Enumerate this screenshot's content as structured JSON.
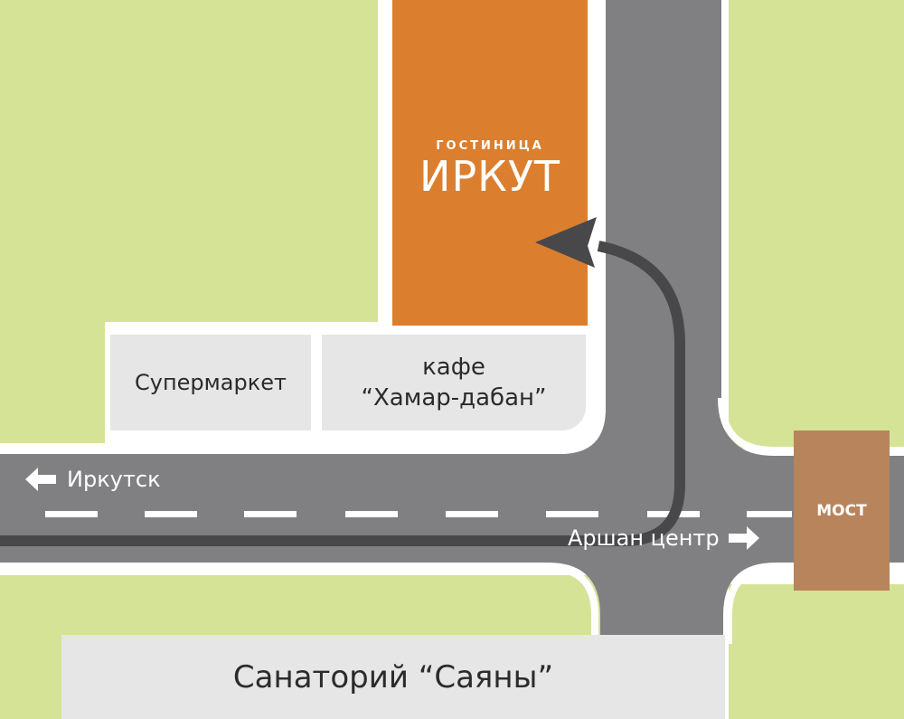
{
  "hotel": {
    "subtitle": "ГОСТИНИЦА",
    "name": "ИРКУТ"
  },
  "landmarks": {
    "supermarket": "Супермаркет",
    "cafe_line1": "кафе",
    "cafe_line2": "“Хамар-дабан”",
    "sanatorium": "Санаторий “Саяны”",
    "bridge": "МОСТ"
  },
  "roads": {
    "west_label": "Иркутск",
    "east_label": "Аршан центр",
    "west_arrow_icon": "arrow-left-icon",
    "east_arrow_icon": "arrow-right-icon"
  },
  "colors": {
    "grass": "#d4e396",
    "road": "#808083",
    "hotel": "#db7f2e",
    "building": "#e6e6e7",
    "bridge": "#b8845c",
    "route": "#48484b",
    "marking": "#ffffff"
  }
}
